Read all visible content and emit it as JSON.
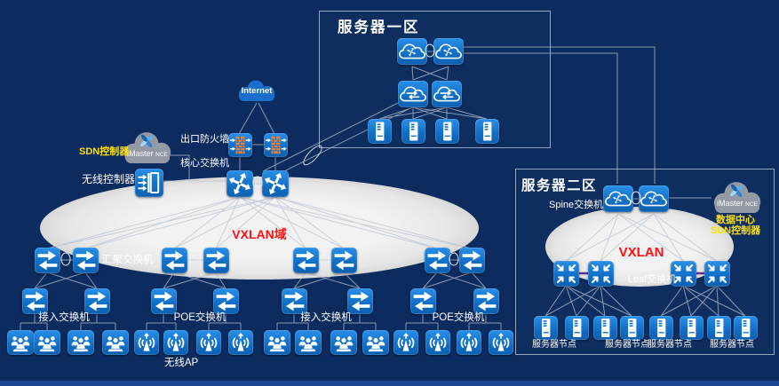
{
  "colors": {
    "background": "#0c2b5e",
    "node_blue": "#1478d2",
    "firewall_brick": "#ed7d31",
    "vxlan_text_red": "#ff1212",
    "highlight_yellow": "#ffe100",
    "nce_cloud_gray": "#939aa4",
    "internet_cloud_blue": "#1a6dcb",
    "link_gray": "#b9c3d3",
    "leaf_link_purple": "#5c2e8e"
  },
  "internet": {
    "label": "Internet"
  },
  "controllers": {
    "sdn_label": "SDN控制器",
    "imaster": "iMaster",
    "nce": "NCE",
    "wlc_label": "无线控制器"
  },
  "core": {
    "firewall_label": "出口防火墙",
    "core_switch_label": "核心交换机"
  },
  "campus": {
    "vxlan_label": "VXLAN域",
    "aggregation_label": "汇聚交换机",
    "access_label_left": "接入交换机",
    "poe_label_left": "POE交换机",
    "access_label_right": "接入交换机",
    "poe_label_right": "POE交换机",
    "wireless_ap_label": "无线AP"
  },
  "zone1": {
    "title": "服务器一区"
  },
  "zone2": {
    "title": "服务器二区",
    "spine_label": "Spine交换机",
    "leaf_label": "Leaf交换机",
    "vxlan_label": "VXLAN",
    "imaster": "iMaster",
    "nce": "NCE",
    "dc_sdn_line1": "数据中心",
    "dc_sdn_line2": "SDN控制器",
    "server_node_labels": [
      "服务器节点",
      "服务器节点",
      "服务器节点",
      "服务器节点"
    ]
  }
}
